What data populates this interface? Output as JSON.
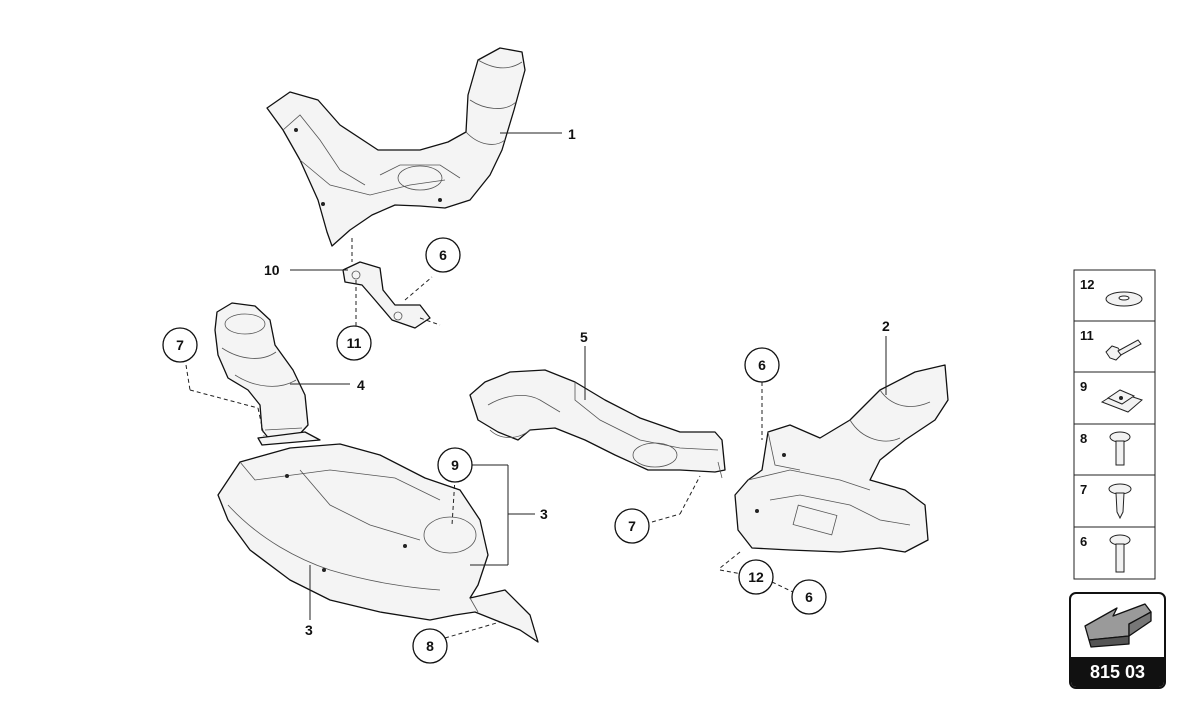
{
  "callouts": {
    "c1": "1",
    "c2": "2",
    "c3a": "3",
    "c3b": "3",
    "c4": "4",
    "c5": "5",
    "c6a": "6",
    "c6b": "6",
    "c6c": "6",
    "c7a": "7",
    "c7b": "7",
    "c8": "8",
    "c9": "9",
    "c10": "10",
    "c11": "11",
    "c12": "12"
  },
  "legend": [
    {
      "num": "12",
      "icon": "washer-icon"
    },
    {
      "num": "11",
      "icon": "rivet-icon"
    },
    {
      "num": "9",
      "icon": "clip-nut-icon"
    },
    {
      "num": "8",
      "icon": "bolt-icon"
    },
    {
      "num": "7",
      "icon": "screw-icon"
    },
    {
      "num": "6",
      "icon": "bolt-icon"
    }
  ],
  "page_code": "815 03",
  "arrow_icon": "arrow-icon"
}
